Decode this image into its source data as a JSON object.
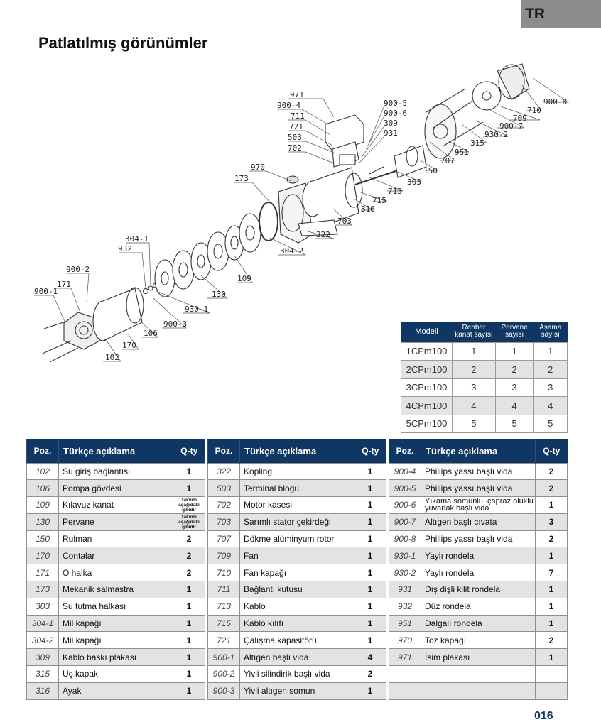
{
  "lang_tab": "TR",
  "title": "Patlatılmış görünümler",
  "diagram_labels": [
    "971",
    "900-4",
    "711",
    "721",
    "503",
    "702",
    "900-5",
    "900-6",
    "309",
    "931",
    "970",
    "173",
    "304-1",
    "932",
    "900-2",
    "171",
    "900-1",
    "102",
    "170",
    "106",
    "900-3",
    "930-1",
    "130",
    "109",
    "304-2",
    "322",
    "703",
    "316",
    "715",
    "713",
    "303",
    "150",
    "707",
    "951",
    "315",
    "930-2",
    "900-7",
    "709",
    "710",
    "900-8"
  ],
  "model_table": {
    "headers": [
      "Modeli",
      "Rehber kanat sayısı",
      "Pervane sayısı",
      "Aşama sayısı"
    ],
    "rows": [
      [
        "1CPm100",
        "1",
        "1",
        "1"
      ],
      [
        "2CPm100",
        "2",
        "2",
        "2"
      ],
      [
        "3CPm100",
        "3",
        "3",
        "3"
      ],
      [
        "4CPm100",
        "4",
        "4",
        "4"
      ],
      [
        "5CPm100",
        "5",
        "5",
        "5"
      ]
    ]
  },
  "parts_headers": {
    "pos": "Poz.",
    "desc": "Türkçe açıklama",
    "qty": "Q-ty"
  },
  "parts_1": [
    {
      "pos": "102",
      "desc": "Su giriş bağlantısı",
      "qty": "1"
    },
    {
      "pos": "106",
      "desc": "Pompa gövdesi",
      "qty": "1"
    },
    {
      "pos": "109",
      "desc": "Kılavuz kanat",
      "qty": "Takvim aşağıdaki gibidir"
    },
    {
      "pos": "130",
      "desc": "Pervane",
      "qty": "Takvim aşağıdaki gibidir"
    },
    {
      "pos": "150",
      "desc": "Rulman",
      "qty": "2"
    },
    {
      "pos": "170",
      "desc": "Contalar",
      "qty": "2"
    },
    {
      "pos": "171",
      "desc": "O halka",
      "qty": "2"
    },
    {
      "pos": "173",
      "desc": "Mekanik salmastra",
      "qty": "1"
    },
    {
      "pos": "303",
      "desc": "Su tutma halkası",
      "qty": "1"
    },
    {
      "pos": "304-1",
      "desc": "Mil kapağı",
      "qty": "1"
    },
    {
      "pos": "304-2",
      "desc": "Mil kapağı",
      "qty": "1"
    },
    {
      "pos": "309",
      "desc": "Kablo baskı plakası",
      "qty": "1"
    },
    {
      "pos": "315",
      "desc": "Uç kapak",
      "qty": "1"
    },
    {
      "pos": "316",
      "desc": "Ayak",
      "qty": "1"
    }
  ],
  "parts_2": [
    {
      "pos": "322",
      "desc": "Kopling",
      "qty": "1"
    },
    {
      "pos": "503",
      "desc": "Terminal bloğu",
      "qty": "1"
    },
    {
      "pos": "702",
      "desc": "Motor kasesi",
      "qty": "1"
    },
    {
      "pos": "703",
      "desc": "Sarımlı stator çekirdeği",
      "qty": "1"
    },
    {
      "pos": "707",
      "desc": "Dökme alüminyum rotor",
      "qty": "1"
    },
    {
      "pos": "709",
      "desc": "Fan",
      "qty": "1"
    },
    {
      "pos": "710",
      "desc": "Fan kapağı",
      "qty": "1"
    },
    {
      "pos": "711",
      "desc": "Bağlantı kutusu",
      "qty": "1"
    },
    {
      "pos": "713",
      "desc": "Kablo",
      "qty": "1"
    },
    {
      "pos": "715",
      "desc": "Kablo kılıfı",
      "qty": "1"
    },
    {
      "pos": "721",
      "desc": "Çalışma kapasitörü",
      "qty": "1"
    },
    {
      "pos": "900-1",
      "desc": "Altıgen başlı vida",
      "qty": "4"
    },
    {
      "pos": "900-2",
      "desc": "Yivli silindirik başlı vida",
      "qty": "2"
    },
    {
      "pos": "900-3",
      "desc": "Yivli altıgen somun",
      "qty": "1"
    }
  ],
  "parts_3": [
    {
      "pos": "900-4",
      "desc": "Phillips yassı başlı vida",
      "qty": "2"
    },
    {
      "pos": "900-5",
      "desc": "Phillips yassı başlı vida",
      "qty": "2"
    },
    {
      "pos": "900-6",
      "desc": "Yıkama somunlu, çapraz oluklu yuvarlak başlı vida",
      "qty": "1"
    },
    {
      "pos": "900-7",
      "desc": "Altıgen başlı cıvata",
      "qty": "3"
    },
    {
      "pos": "900-8",
      "desc": "Phillips yassı başlı vida",
      "qty": "2"
    },
    {
      "pos": "930-1",
      "desc": "Yaylı rondela",
      "qty": "1"
    },
    {
      "pos": "930-2",
      "desc": "Yaylı rondela",
      "qty": "7"
    },
    {
      "pos": "931",
      "desc": "Dış dişli kilit rondela",
      "qty": "1"
    },
    {
      "pos": "932",
      "desc": "Düz rondela",
      "qty": "1"
    },
    {
      "pos": "951",
      "desc": "Dalgalı rondela",
      "qty": "1"
    },
    {
      "pos": "970",
      "desc": "Toz kapağı",
      "qty": "2"
    },
    {
      "pos": "971",
      "desc": "İsim plakası",
      "qty": "1"
    },
    {
      "pos": "",
      "desc": "",
      "qty": ""
    },
    {
      "pos": "",
      "desc": "",
      "qty": ""
    }
  ],
  "page_number": "016",
  "colors": {
    "header_navy": "#103764",
    "row_alt": "#e3e3e3",
    "tab_gray": "#8d8d8d"
  }
}
